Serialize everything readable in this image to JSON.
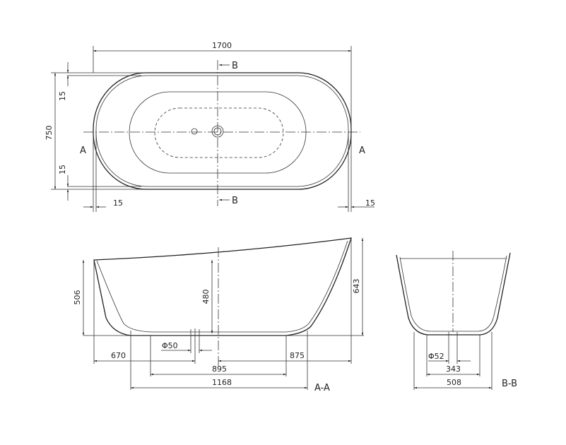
{
  "top_view": {
    "length": "1700",
    "width": "750",
    "rim_top": "15",
    "rim_bottom": "15",
    "rim_left": "15",
    "rim_right": "15",
    "section_a_left": "A",
    "section_a_right": "A",
    "section_b_top": "B",
    "section_b_bottom": "B"
  },
  "section_aa": {
    "label": "A-A",
    "height_left": "506",
    "inner_depth": "480",
    "height_right": "643",
    "dim_left": "670",
    "dim_right": "875",
    "dim_feet": "895",
    "dim_base": "1168",
    "drain_dia": "Φ50"
  },
  "section_bb": {
    "label": "B-B",
    "dim_feet": "343",
    "dim_base": "508",
    "drain_dia": "Φ52"
  }
}
